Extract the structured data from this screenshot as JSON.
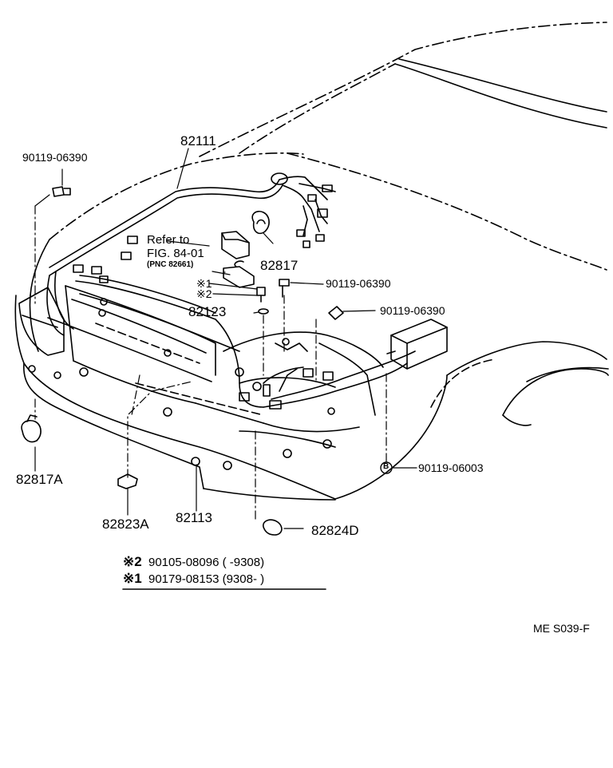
{
  "parts": {
    "p_82111": "82111",
    "p_90119_06390_a": "90119-06390",
    "p_90119_06390_b": "90119-06390",
    "p_90119_06390_c": "90119-06390",
    "p_82817": "82817",
    "p_82123": "82123",
    "p_90119_06003": "90119-06003",
    "p_82817A": "82817A",
    "p_82823A": "82823A",
    "p_82113": "82113",
    "p_82824D": "82824D"
  },
  "reference": {
    "line1": "Refer to",
    "line2": "FIG. 84-01",
    "line3": "(PNC 82661)"
  },
  "markers": {
    "star1": "※1",
    "star2": "※2",
    "circle_b": "B"
  },
  "notes": {
    "note2_mark": "※2",
    "note2_text": "90105-08096 (      -9308)",
    "note1_mark": "※1",
    "note1_text": "90179-08153 (9308-      )"
  },
  "footer": {
    "code": "ME  S039-F"
  }
}
